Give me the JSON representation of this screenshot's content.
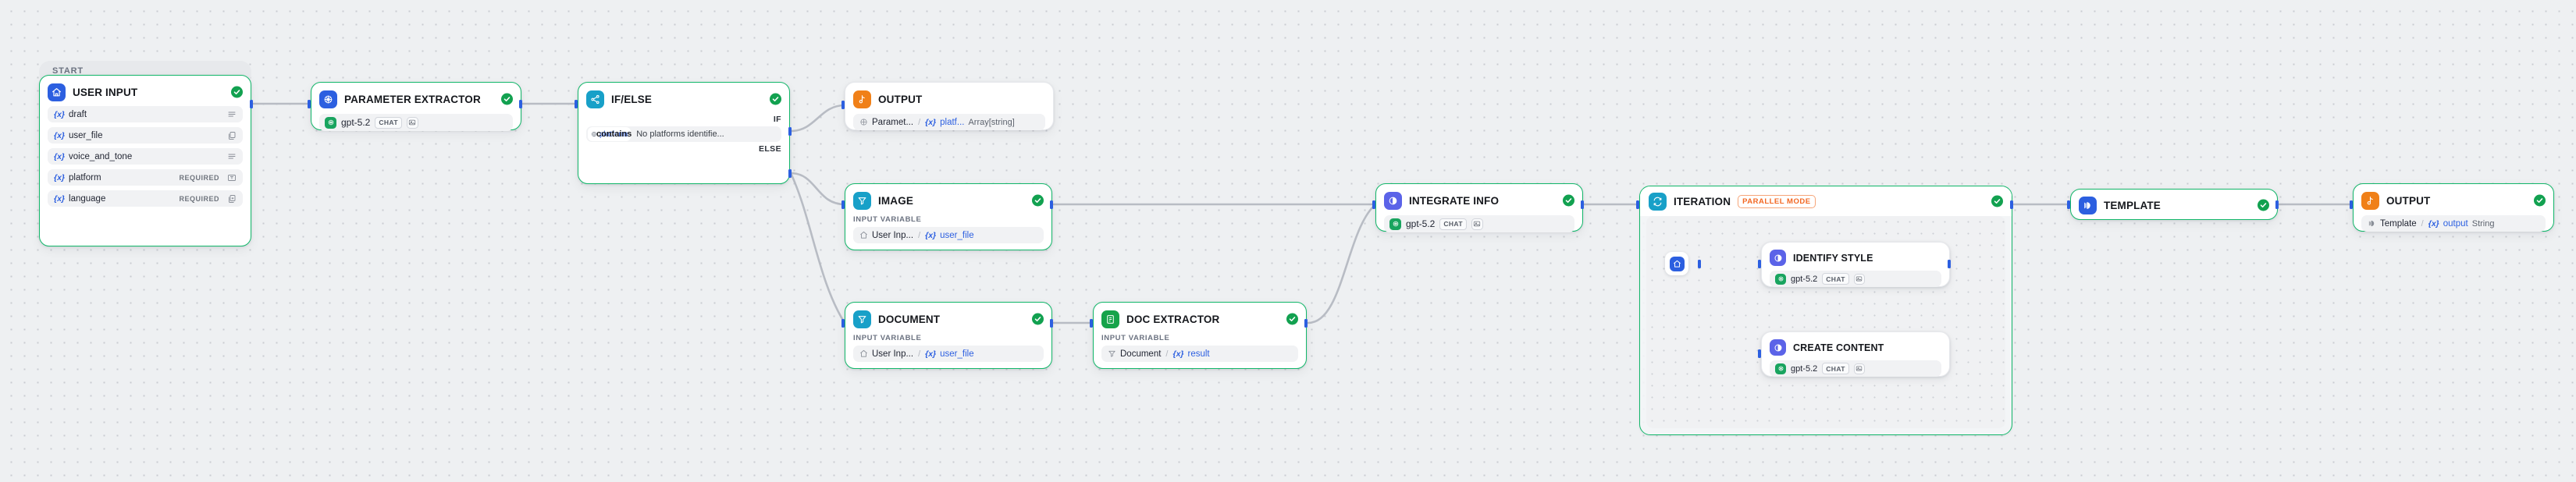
{
  "canvas": {
    "group_start_label": "START",
    "accent_green": "#12b76a",
    "accent_blue": "#2c5fe0",
    "accent_orange": "#f26722",
    "edge_color": "#b8bcc4"
  },
  "nodes": {
    "user_input": {
      "title": "USER INPUT",
      "icon": "home-icon",
      "icon_color": "#2c5fe0",
      "status": "success",
      "variables": [
        {
          "prefix": "{x}",
          "name": "draft",
          "required": "",
          "type_icon": "paragraph-icon"
        },
        {
          "prefix": "{x}",
          "name": "user_file",
          "required": "",
          "type_icon": "file-icon"
        },
        {
          "prefix": "{x}",
          "name": "voice_and_tone",
          "required": "",
          "type_icon": "paragraph-icon"
        },
        {
          "prefix": "{x}",
          "name": "platform",
          "required": "REQUIRED",
          "type_icon": "text-box-icon"
        },
        {
          "prefix": "{x}",
          "name": "language",
          "required": "REQUIRED",
          "type_icon": "files-icon"
        }
      ]
    },
    "parameter_extractor": {
      "title": "PARAMETER EXTRACTOR",
      "icon": "parameter-extractor-icon",
      "icon_color": "#2c5fe0",
      "status": "success",
      "model": {
        "name": "gpt-5.2",
        "chip": "CHAT",
        "provider_icon": "openai-icon"
      }
    },
    "if_else": {
      "title": "IF/ELSE",
      "icon": "branch-icon",
      "icon_color": "#18a0c8",
      "status": "success",
      "if_label": "IF",
      "else_label": "ELSE",
      "condition": {
        "variable_chip": "platform",
        "operator": "contains",
        "value": "No platforms identifie..."
      }
    },
    "output_top": {
      "title": "OUTPUT",
      "icon": "output-icon",
      "icon_color": "#f08018",
      "status": "none",
      "row": {
        "source": "Paramet...",
        "var_prefix": "{x}",
        "var_name": "platf...",
        "type": "Array[string]",
        "source_icon": "parameter-extractor-icon"
      }
    },
    "image": {
      "title": "IMAGE",
      "icon": "filter-icon",
      "icon_color": "#18a0c8",
      "status": "success",
      "section_label": "INPUT VARIABLE",
      "row": {
        "source": "User Inp...",
        "var_prefix": "{x}",
        "var_name": "user_file",
        "source_icon": "home-icon"
      }
    },
    "document": {
      "title": "DOCUMENT",
      "icon": "filter-icon",
      "icon_color": "#18a0c8",
      "status": "success",
      "section_label": "INPUT VARIABLE",
      "row": {
        "source": "User Inp...",
        "var_prefix": "{x}",
        "var_name": "user_file",
        "source_icon": "home-icon"
      }
    },
    "doc_extractor": {
      "title": "DOC EXTRACTOR",
      "icon": "doc-extractor-icon",
      "icon_color": "#16a34a",
      "status": "success",
      "section_label": "INPUT VARIABLE",
      "row": {
        "source": "Document",
        "var_prefix": "{x}",
        "var_name": "result",
        "source_icon": "filter-icon"
      }
    },
    "integrate_info": {
      "title": "INTEGRATE INFO",
      "icon": "llm-icon",
      "icon_color": "#5b63e8",
      "status": "success",
      "model": {
        "name": "gpt-5.2",
        "chip": "CHAT",
        "provider_icon": "openai-icon"
      }
    },
    "iteration": {
      "title": "ITERATION",
      "icon": "loop-icon",
      "icon_color": "#18a0c8",
      "mode_badge": "PARALLEL MODE",
      "status": "success",
      "start_icon": "home-icon",
      "children": {
        "identify_style": {
          "title": "IDENTIFY STYLE",
          "icon": "llm-icon",
          "icon_color": "#5b63e8",
          "model": {
            "name": "gpt-5.2",
            "chip": "CHAT",
            "provider_icon": "openai-icon"
          }
        },
        "create_content": {
          "title": "CREATE CONTENT",
          "icon": "llm-icon",
          "icon_color": "#5b63e8",
          "model": {
            "name": "gpt-5.2",
            "chip": "CHAT",
            "provider_icon": "openai-icon"
          }
        }
      }
    },
    "template": {
      "title": "TEMPLATE",
      "icon": "template-icon",
      "icon_color": "#2c5fe0",
      "status": "success"
    },
    "output_end": {
      "title": "OUTPUT",
      "icon": "output-icon",
      "icon_color": "#f08018",
      "status": "success",
      "row": {
        "source": "Template",
        "var_prefix": "{x}",
        "var_name": "output",
        "type": "String",
        "source_icon": "template-icon"
      }
    }
  }
}
